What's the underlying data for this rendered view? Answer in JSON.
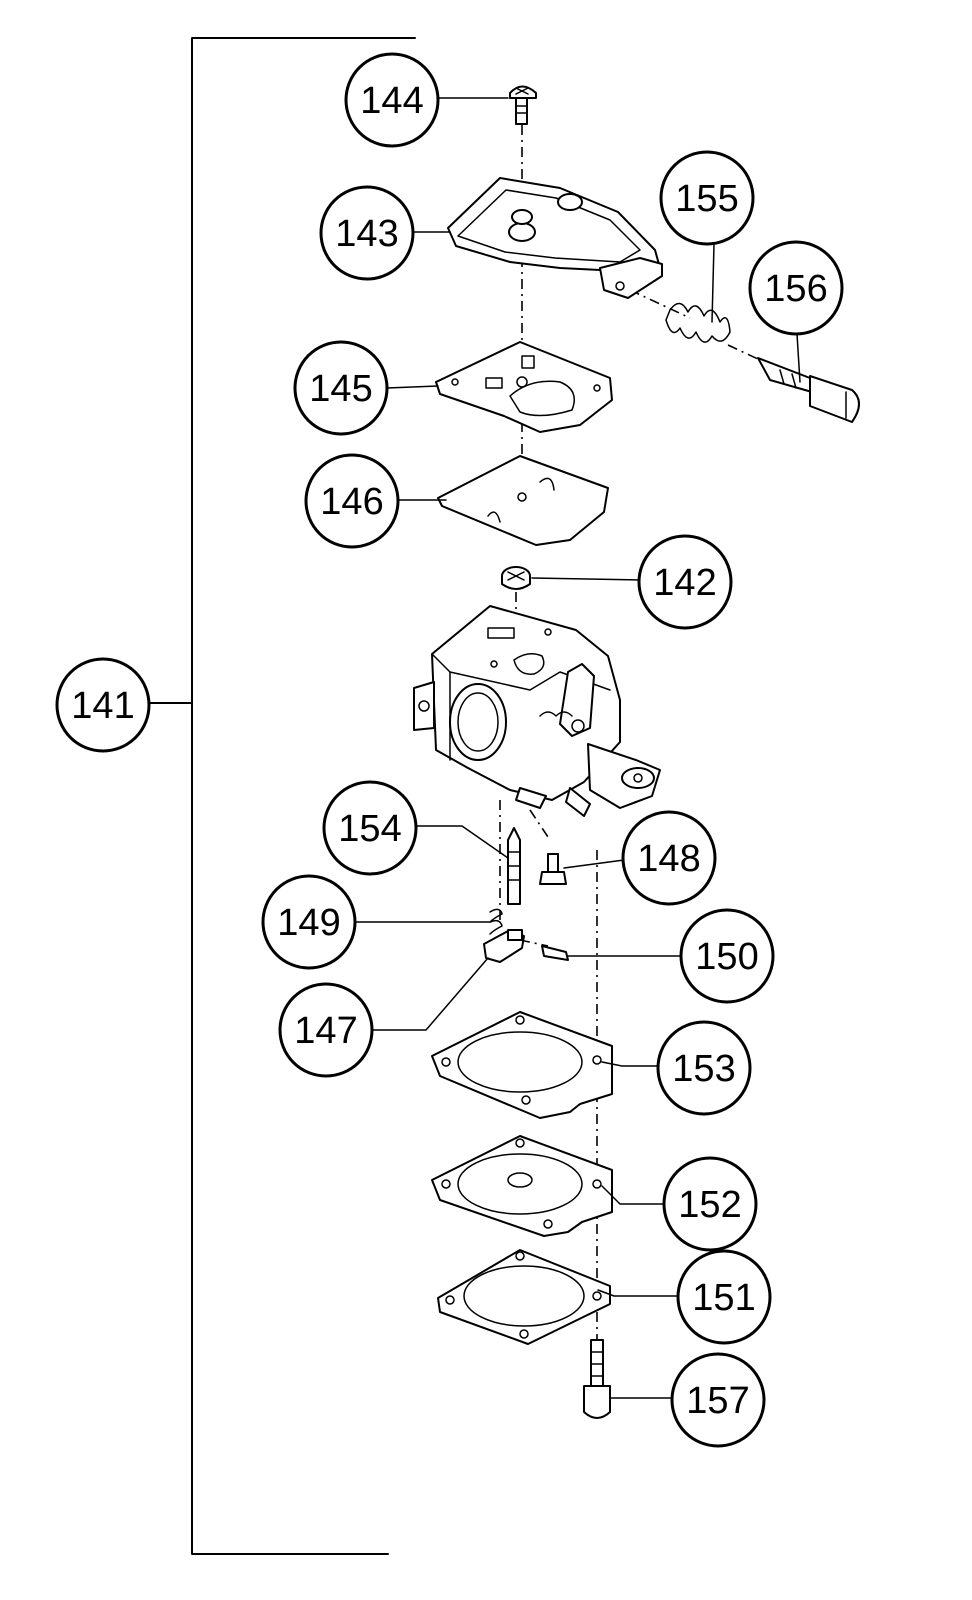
{
  "callouts": [
    {
      "id": "c141",
      "label": "141"
    },
    {
      "id": "c144",
      "label": "144"
    },
    {
      "id": "c143",
      "label": "143"
    },
    {
      "id": "c155",
      "label": "155"
    },
    {
      "id": "c156",
      "label": "156"
    },
    {
      "id": "c145",
      "label": "145"
    },
    {
      "id": "c146",
      "label": "146"
    },
    {
      "id": "c142",
      "label": "142"
    },
    {
      "id": "c154",
      "label": "154"
    },
    {
      "id": "c148",
      "label": "148"
    },
    {
      "id": "c149",
      "label": "149"
    },
    {
      "id": "c150",
      "label": "150"
    },
    {
      "id": "c147",
      "label": "147"
    },
    {
      "id": "c153",
      "label": "153"
    },
    {
      "id": "c152",
      "label": "152"
    },
    {
      "id": "c151",
      "label": "151"
    },
    {
      "id": "c157",
      "label": "157"
    }
  ]
}
